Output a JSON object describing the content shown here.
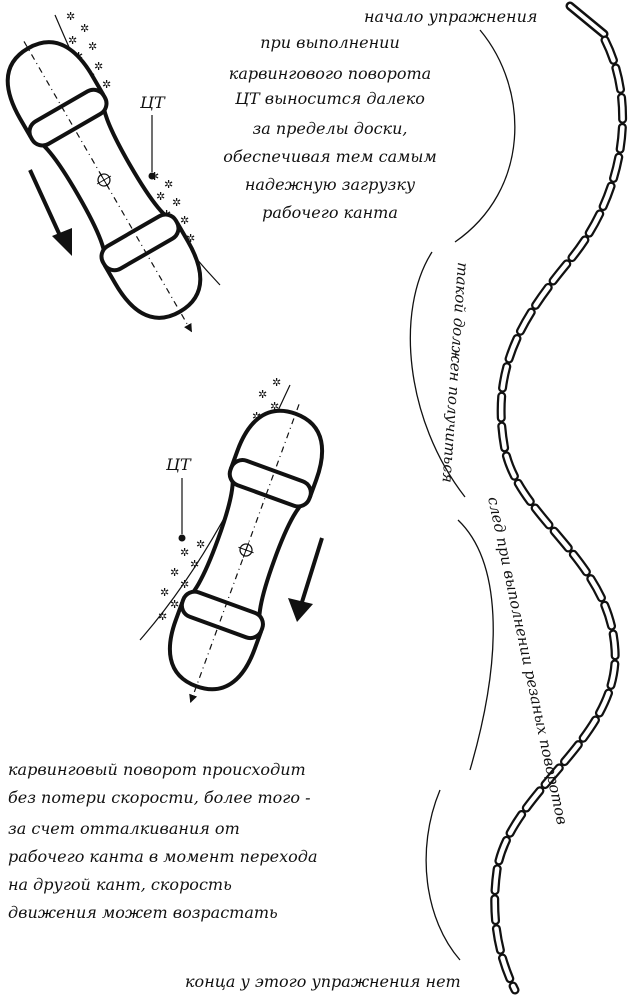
{
  "title_note": {
    "lines": [
      "при выполнении",
      "карвингового поворота",
      "ЦТ выносится далеко",
      "за пределы доски,",
      "обеспечивая тем самым",
      "надежную загрузку",
      "рабочего канта"
    ]
  },
  "center_of_gravity_label": "ЦТ",
  "start_label": "начало упражнения",
  "end_label": "конца у этого упражнения нет",
  "track_label_upper": "такой должен получиться",
  "track_label_lower": "след при выполнении резаных поворотов",
  "bottom_note": {
    "lines": [
      "карвинговый поворот происходит",
      "без потери скорости, более того -",
      "за счет отталкивания от",
      "рабочего канта в момент перехода",
      "на другой кант, скорость",
      "движения может возрастать"
    ]
  },
  "colors": {
    "ink": "#111111",
    "paper": "#ffffff"
  }
}
